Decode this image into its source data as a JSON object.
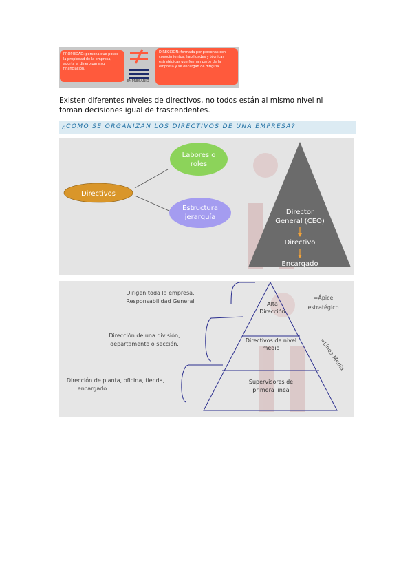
{
  "top_figure": {
    "left_box_text": "PROPIEDAD: persona que posee la propiedad de la empresa, aporta el dinero para su financiación.",
    "right_box_text": "DIRECCIÓN: formada por personas con conocimientos, habilidades y técnicas estratégicas que forman parte de la empresa y se encargan de dirigirla.",
    "center_label": "EMPRESARIO"
  },
  "intro_text": "Existen diferentes niveles de directivos, no todos están al mismo nivel ni toman decisiones igual de trascendentes.",
  "section_heading": "¿COMO SE ORGANIZAN LOS DIRECTIVOS DE UNA EMPRESA?",
  "figure_1": {
    "root_node": "Directivos",
    "branch_top_line1": "Labores o",
    "branch_top_line2": "roles",
    "branch_bottom_line1": "Estructura",
    "branch_bottom_line2": "jerarquía",
    "pyramid_line1": "Director",
    "pyramid_line2": "General (CEO)",
    "pyramid_line3": "Directivo",
    "pyramid_line4": "Encargado",
    "colors": {
      "root": "#d9962a",
      "top": "#8cd35a",
      "bottom": "#a49cf0",
      "pyramid": "#6b6b6b"
    }
  },
  "figure_2": {
    "desc_top_line1": "Dirigen toda la empresa.",
    "desc_top_line2": "Responsabilidad General",
    "desc_mid_line1": "Dirección de una división,",
    "desc_mid_line2": "departamento o sección.",
    "desc_bottom_line1": "Dirección de planta, oficina, tienda,",
    "desc_bottom_line2": "encargado…",
    "level_top_line1": "Alta",
    "level_top_line2": "Dirección",
    "level_mid_line1": "Directivos de nivel",
    "level_mid_line2": "medio",
    "level_bottom_line1": "Supervisores de",
    "level_bottom_line2": "primera línea",
    "side_top_line1": "=Ápice",
    "side_top_line2": "estratégico",
    "side_mid": "=Línea Media"
  }
}
